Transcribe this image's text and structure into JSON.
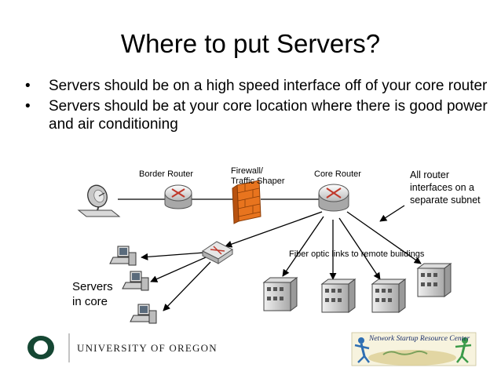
{
  "slide": {
    "title": "Where to put Servers?",
    "bullets": [
      {
        "text": "Servers should be on a high speed interface off of your core router"
      },
      {
        "text": "Servers should be at your core location where there is good power and air conditioning"
      }
    ]
  },
  "diagram": {
    "border_router_label": "Border Router",
    "firewall_label_line1": "Firewall/",
    "firewall_label_line2": "Traffic Shaper",
    "core_router_label": "Core Router",
    "note_line1": "All router",
    "note_line2": "interfaces on a",
    "note_line3": "separate subnet",
    "fiber_label": "Fiber optic links to remote buildings",
    "servers_line1": "Servers",
    "servers_line2": "in core"
  },
  "footer": {
    "uo_text": "UNIVERSITY OF OREGON",
    "nsrc_text": "Network Startup Resource Center"
  },
  "colors": {
    "router_red": "#c0392b",
    "firewall_orange": "#e8741e",
    "uo_green": "#154733",
    "uo_yellow": "#fee123"
  }
}
